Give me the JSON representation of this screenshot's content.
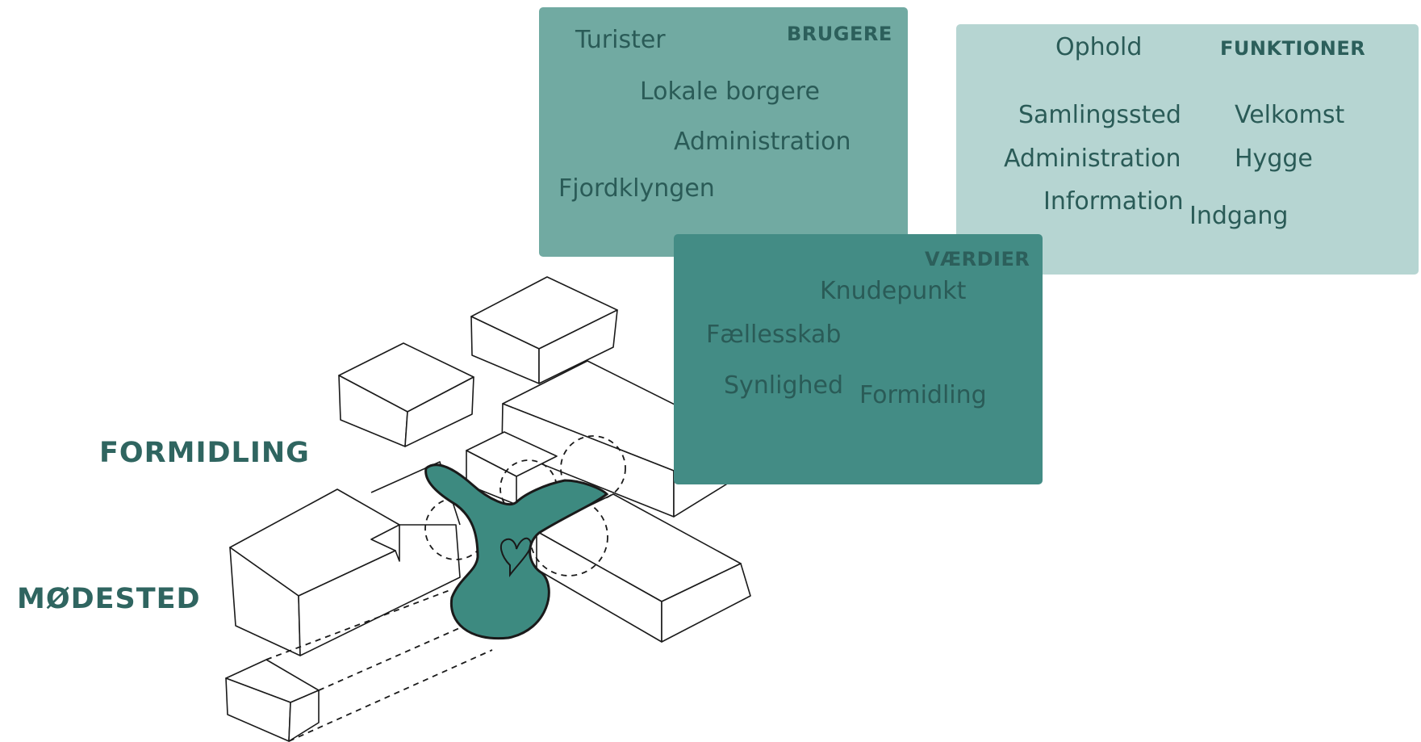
{
  "brugere": {
    "heading": "BRUGERE",
    "items": [
      "Turister",
      "Lokale borgere",
      "Administration",
      "Fjordklyngen"
    ]
  },
  "funktioner": {
    "heading": "FUNKTIONER",
    "items": [
      "Ophold",
      "Samlingssted",
      "Velkomst",
      "Administration",
      "Hygge",
      "Information",
      "Indgang"
    ]
  },
  "vaerdier": {
    "heading": "VÆRDIER",
    "items": [
      "Knudepunkt",
      "Fællesskab",
      "Synlighed",
      "Formidling"
    ]
  },
  "labels": {
    "formidling": "FORMIDLING",
    "modested": "MØDESTED"
  },
  "colors": {
    "brugere_panel": "#71aaa2",
    "funktioner_panel": "#b6d5d2",
    "vaerdier_panel": "#438c85",
    "heart_shape": "#3d8a80",
    "text": "#2a5b57"
  }
}
